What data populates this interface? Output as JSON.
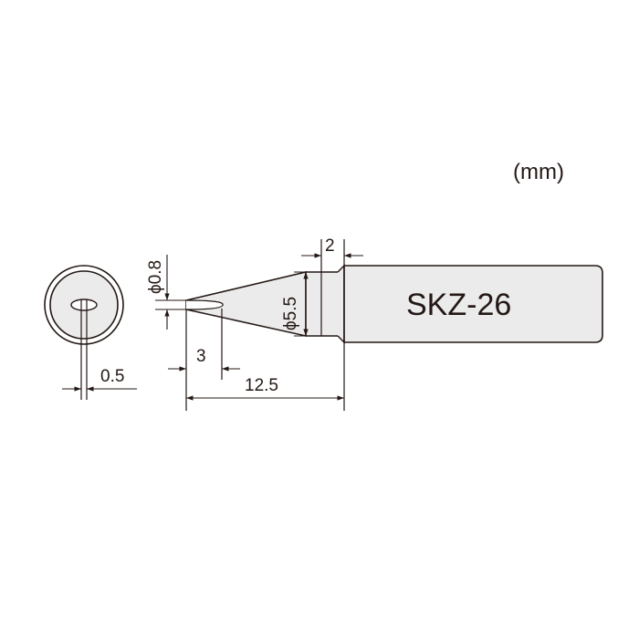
{
  "units_label": "(mm)",
  "model_label": "SKZ-26",
  "dimensions": {
    "tip_diameter": "ϕ0.8",
    "body_diameter": "ϕ5.5",
    "shoulder_length": "2",
    "bevel_length": "3",
    "total_length": "12.5",
    "end_view_width": "0.5"
  },
  "colors": {
    "line": "#231815",
    "fill": "#ebebeb",
    "background": "#ffffff"
  }
}
